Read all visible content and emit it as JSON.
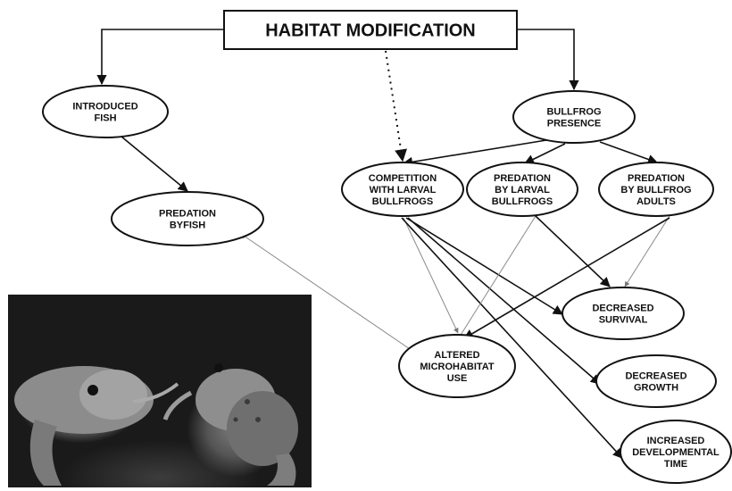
{
  "title": "HABITAT MODIFICATION",
  "nodes": {
    "introduced_fish": [
      "INTRODUCED",
      "FISH"
    ],
    "bullfrog_presence": [
      "BULLFROG",
      "PRESENCE"
    ],
    "predation_by_fish": [
      "PREDATION",
      "BYFISH"
    ],
    "competition": [
      "COMPETITION",
      "WITH LARVAL",
      "BULLFROGS"
    ],
    "predation_larval": [
      "PREDATION",
      "BY LARVAL",
      "BULLFROGS"
    ],
    "predation_adults": [
      "PREDATION",
      "BY BULLFROG",
      "ADULTS"
    ],
    "altered_microhabitat": [
      "ALTERED",
      "MICROHABITAT",
      "USE"
    ],
    "decreased_survival": [
      "DECREASED",
      "SURVIVAL"
    ],
    "decreased_growth": [
      "DECREASED",
      "GROWTH"
    ],
    "increased_developmental": [
      "INCREASED",
      "DEVELOPMENTAL",
      "TIME"
    ]
  },
  "edges": [
    {
      "from": "title",
      "to": "introduced_fish",
      "style": "heavy"
    },
    {
      "from": "title",
      "to": "bullfrog_presence",
      "style": "heavy"
    },
    {
      "from": "title",
      "to": "competition",
      "style": "dotted"
    },
    {
      "from": "introduced_fish",
      "to": "predation_by_fish",
      "style": "heavy"
    },
    {
      "from": "bullfrog_presence",
      "to": "competition",
      "style": "heavy"
    },
    {
      "from": "bullfrog_presence",
      "to": "predation_larval",
      "style": "heavy"
    },
    {
      "from": "bullfrog_presence",
      "to": "predation_adults",
      "style": "heavy"
    },
    {
      "from": "competition",
      "to": "altered_microhabitat",
      "style": "light"
    },
    {
      "from": "competition",
      "to": "decreased_survival",
      "style": "heavy"
    },
    {
      "from": "competition",
      "to": "decreased_growth",
      "style": "heavy"
    },
    {
      "from": "competition",
      "to": "increased_developmental",
      "style": "heavy"
    },
    {
      "from": "predation_larval",
      "to": "altered_microhabitat",
      "style": "light"
    },
    {
      "from": "predation_larval",
      "to": "decreased_survival",
      "style": "heavy"
    },
    {
      "from": "predation_adults",
      "to": "altered_microhabitat",
      "style": "light"
    },
    {
      "from": "predation_adults",
      "to": "decreased_survival",
      "style": "heavy"
    },
    {
      "from": "altered_microhabitat",
      "to": "predation_by_fish",
      "style": "light"
    }
  ],
  "colors": {
    "ink": "#111111",
    "light_edge": "#8a8a8a",
    "background": "#ffffff"
  },
  "photo": {
    "subject": "two frogs on dark background",
    "icon": "frog-photo"
  }
}
